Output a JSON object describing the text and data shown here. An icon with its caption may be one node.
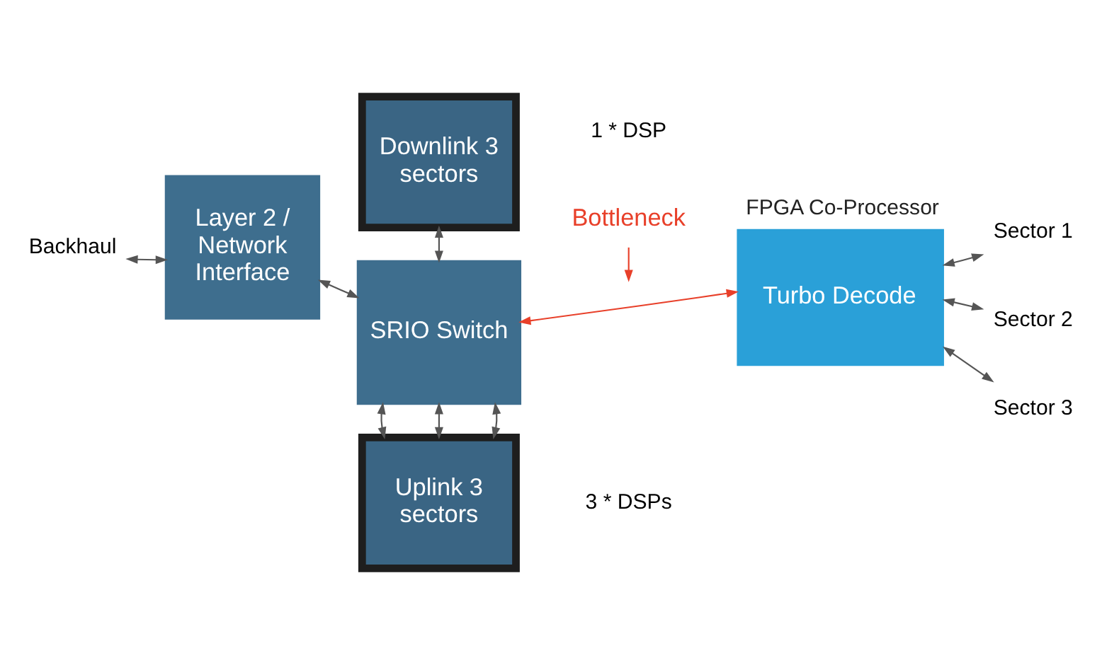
{
  "diagram": {
    "nodes": [
      {
        "text": [
          "Backhaul"
        ]
      },
      {
        "text": [
          "Layer 2 / Network Interface"
        ]
      },
      {
        "text": [
          "Downlink 3 sectors"
        ],
        "beside": [
          "1 * DSP"
        ]
      },
      {
        "text": [
          "SRIO Switch"
        ]
      },
      {
        "text": [
          "FPGA Co-Processor",
          "Turbo Decode"
        ]
      },
      {
        "text": [
          "Sector 1"
        ]
      },
      {
        "text": [
          "Sector 2"
        ]
      },
      {
        "text": [
          "Sector 3"
        ]
      },
      {
        "text": [
          "Uplink 3 sectors"
        ],
        "beside": [
          "3 * DSPs"
        ]
      },
      {
        "text": [
          "Bottleneck"
        ]
      }
    ],
    "edges": [
      {
        "from": 0,
        "to": 1,
        "arrow": "both"
      },
      {
        "from": 1,
        "to": 3,
        "arrow": "both"
      },
      {
        "from": 2,
        "to": 3,
        "arrow": "both"
      },
      {
        "from": 3,
        "to": 4,
        "arrow": "both",
        "color": "#e8402a"
      },
      {
        "from": 4,
        "to": 5,
        "arrow": "both"
      },
      {
        "from": 4,
        "to": 6,
        "arrow": "both"
      },
      {
        "from": 4,
        "to": 7,
        "arrow": "both"
      },
      {
        "from": 3,
        "to": 8,
        "arrow": "both"
      },
      {
        "from": 3,
        "to": 8,
        "arrow": "both"
      },
      {
        "from": 3,
        "to": 8,
        "arrow": "both"
      },
      {
        "from": 9,
        "to": null,
        "arrow": "to",
        "color": "#e8402a"
      }
    ]
  }
}
